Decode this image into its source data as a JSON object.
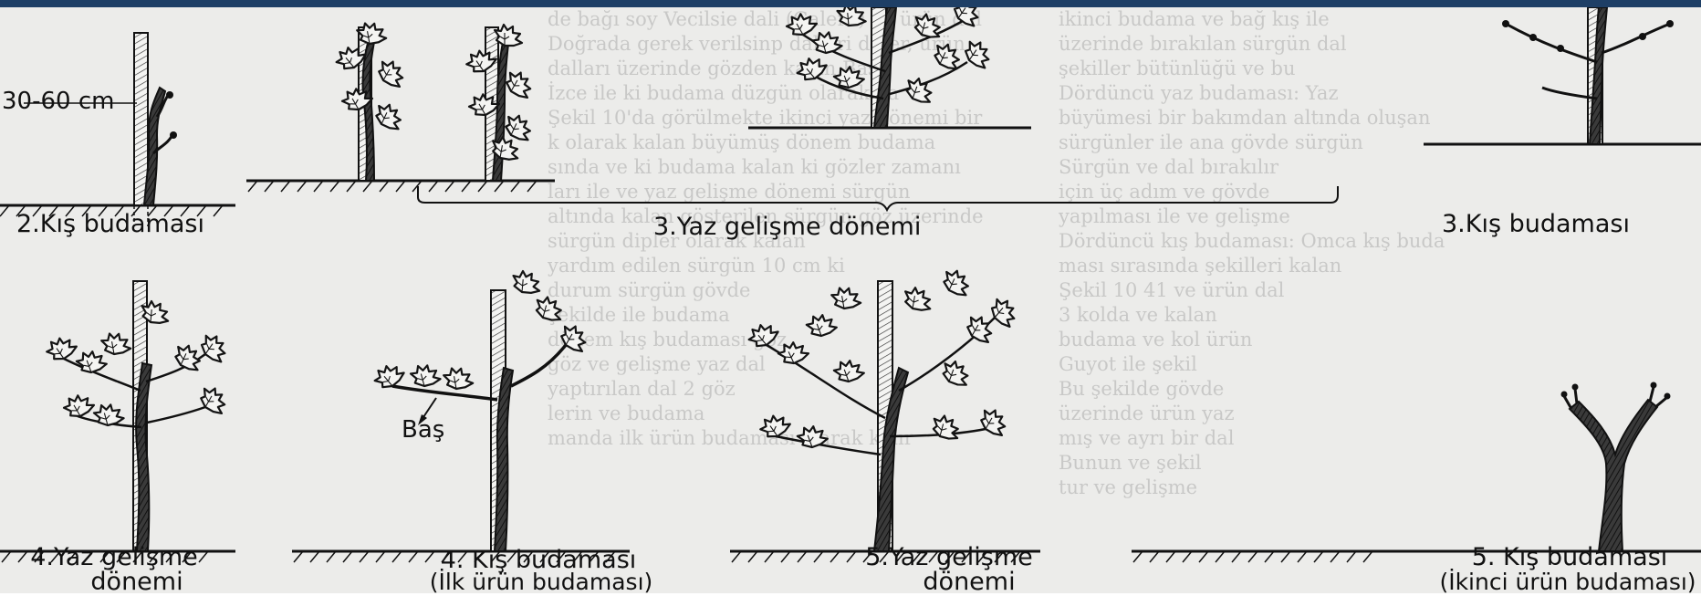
{
  "labels": {
    "measure": "30-60 cm",
    "bas": "Baş"
  },
  "captions": {
    "c1": "2.Kış budaması",
    "c2": "3.Yaz gelişme dönemi",
    "c3": "3.Kış budaması",
    "c4_line1": "4.Yaz gelişme",
    "c4_line2": "dönemi",
    "c5_line1": "4. Kış budaması",
    "c5_line2": "(İlk ürün budaması)",
    "c6_line1": "5.Yaz gelişme",
    "c6_line2": "dönemi",
    "c7_line1": "5. Kış budaması",
    "c7_line2": "(İkinci ürün budaması)"
  },
  "background_text": {
    "col_left": [
      "de bağı soy Vecilsie dali (Galero) ve ürün dal",
      "Doğrada gerek verilsinp dallari diğer, ürün",
      "dalları üzerinde gözden kalan Baş",
      "İzce ile ki budama düzgün olarak ka",
      "Şekil 10'da görülmekte ikinci yaz dönemi bir",
      "k olarak kalan büyümüş dönem budama",
      "sında ve ki budama kalan ki gözler zamanı",
      "ları ile ve yaz gelişme dönemi sürgün",
      "altında kalan gösterilen sürgün göz üzerinde",
      "sürgün dipler olarak kalan",
      "yardım edilen sürgün 10 cm ki",
      "durum sürgün gövde",
      "şekilde ile budama",
      "dönem kış budaması göz",
      "göz ve gelişme yaz dal",
      "yaptırılan dal 2 göz",
      "lerin ve budama",
      "manda ilk ürün budaması olarak kalır"
    ],
    "col_right": [
      "ikinci budama ve bağ kış ile",
      "üzerinde bırakılan sürgün dal",
      "şekiller bütünlüğü ve bu",
      "Dördüncü yaz budaması: Yaz",
      "büyümesi bir bakımdan altında oluşan",
      "sürgünler ile ana gövde sürgün",
      "Sürgün ve dal bırakılır",
      "için üç adım ve gövde",
      "yapılması ile ve gelişme",
      "Dördüncü kış budaması: Omca kış buda",
      "ması sırasında şekilleri kalan",
      "Şekil 10 41 ve ürün dal",
      "3 kolda ve kalan",
      "budama ve kol ürün",
      "Guyot ile şekil",
      "Bu şekilde gövde",
      "üzerinde ürün yaz",
      "mış ve ayrı bir dal",
      "Bunun ve şekil",
      "tur ve gelişme"
    ]
  },
  "colors": {
    "ink": "#151515",
    "paper": "#ececea",
    "topbar": "#1e3f66"
  }
}
